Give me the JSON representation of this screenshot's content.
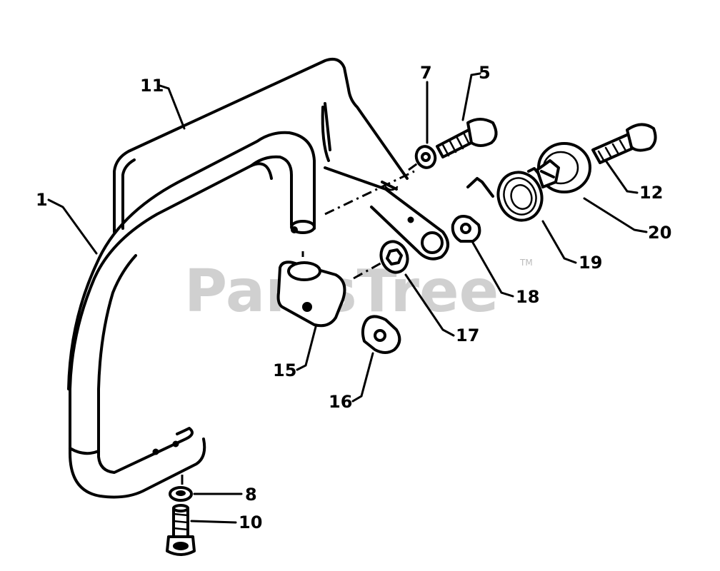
{
  "watermark": {
    "text": "PartsTree",
    "trademark": "TM"
  },
  "callouts": {
    "c1": "1",
    "c5": "5",
    "c7": "7",
    "c8": "8",
    "c10": "10",
    "c11": "11",
    "c12": "12",
    "c15": "15",
    "c16": "16",
    "c17": "17",
    "c18": "18",
    "c19": "19",
    "c20": "20"
  },
  "colors": {
    "line": "#000000",
    "background": "#ffffff",
    "watermark": "#c8c8c8"
  }
}
